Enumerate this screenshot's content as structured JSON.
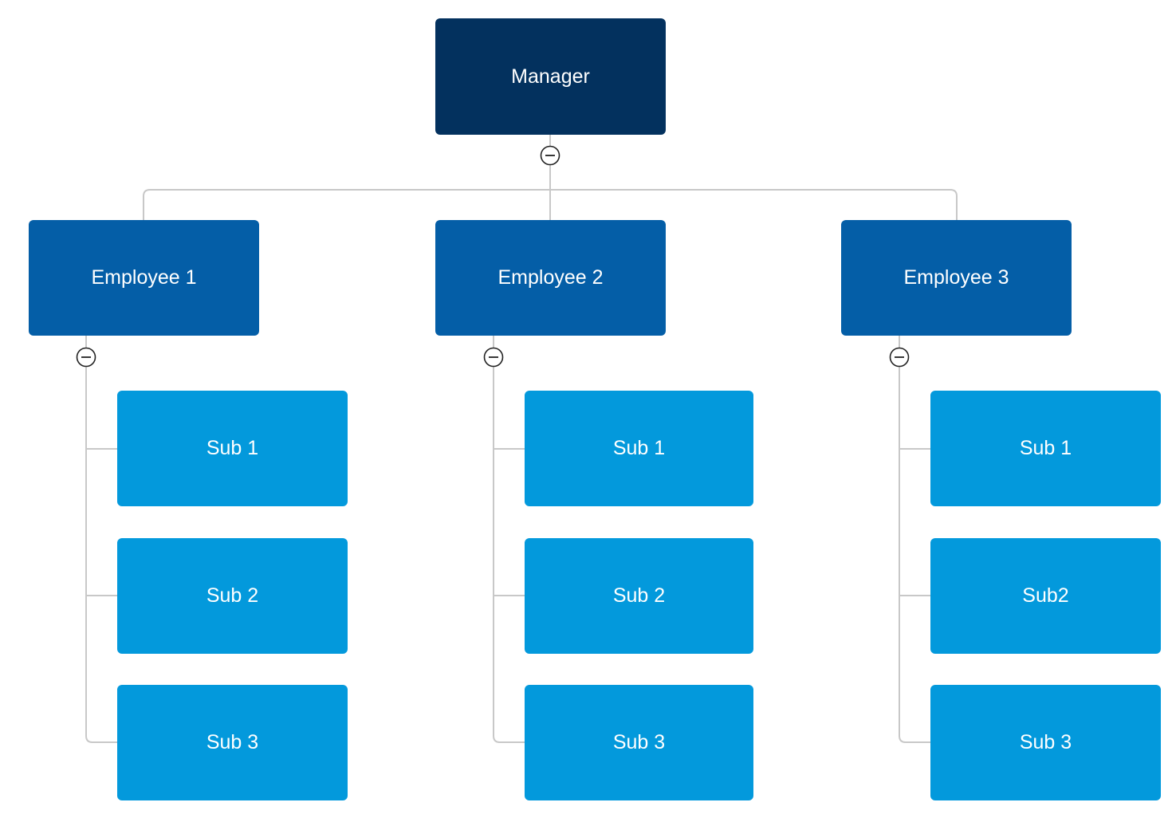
{
  "colors": {
    "manager": "#03315e",
    "employee": "#045ea7",
    "sub": "#0399dc",
    "connector": "#c8c8c8",
    "toggle_stroke": "#222222"
  },
  "manager": {
    "label": "Manager"
  },
  "employees": [
    {
      "label": "Employee 1",
      "subs": [
        "Sub 1",
        "Sub 2",
        "Sub 3"
      ]
    },
    {
      "label": "Employee 2",
      "subs": [
        "Sub 1",
        "Sub 2",
        "Sub 3"
      ]
    },
    {
      "label": "Employee 3",
      "subs": [
        "Sub 1",
        "Sub2",
        "Sub 3"
      ]
    }
  ],
  "toggle_icon": "minus-circle-icon"
}
